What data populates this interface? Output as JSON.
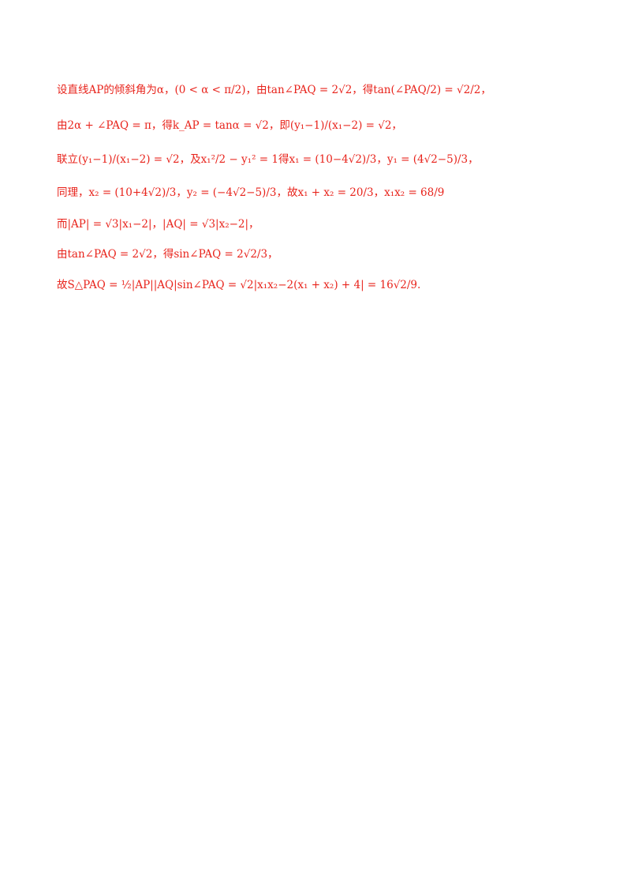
{
  "lines": [
    "设直线AP的倾斜角为α，(0 < α < π/2)，由tan∠PAQ = 2√2，得tan(∠PAQ/2) = √2/2，",
    "由2α + ∠PAQ = π，得k_AP = tanα = √2，即(y₁−1)/(x₁−2) = √2，",
    "联立(y₁−1)/(x₁−2) = √2，及x₁²/2 − y₁² = 1得x₁ = (10−4√2)/3，y₁ = (4√2−5)/3，",
    "同理，x₂ = (10+4√2)/3，y₂ = (−4√2−5)/3，故x₁ + x₂ = 20/3，x₁x₂ = 68/9",
    "而|AP| = √3|x₁−2|，|AQ| = √3|x₂−2|，",
    "由tan∠PAQ = 2√2，得sin∠PAQ = 2√2/3，",
    "故S△PAQ = ½|AP||AQ|sin∠PAQ = √2|x₁x₂−2(x₁ + x₂) + 4| = 16√2/9."
  ]
}
